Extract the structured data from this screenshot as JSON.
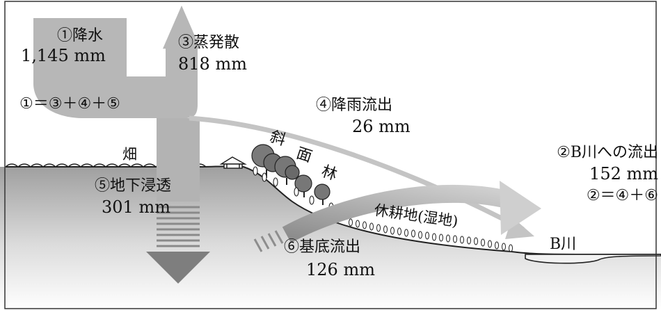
{
  "labels": {
    "precip_title": "①降水",
    "precip_value": "1,145 mm",
    "evap_title": "③蒸発散",
    "evap_value": "818 mm",
    "balance_rain": "①＝③＋④＋⑤",
    "runoff_title": "④降雨流出",
    "runoff_value": "26 mm",
    "field": "畑",
    "forest_chars": [
      "斜",
      "面",
      "林"
    ],
    "infiltration_title": "⑤地下浸透",
    "infiltration_value": "301 mm",
    "fallow_land": "休耕地(湿地)",
    "baseflow_title": "⑥基底流出",
    "baseflow_value": "126 mm",
    "river_flow_title": "②B川への流出",
    "river_flow_value": "152 mm",
    "balance_river": "②＝④＋⑥",
    "river": "B川"
  },
  "colors": {
    "arrow_gray": "#b7b7b7",
    "light_arrow": "#c4c4c4",
    "ground_top": "#a9a9a9",
    "ground_bottom": "#ffffff",
    "tree_gray": "#7a7a7a",
    "outline": "#222222"
  },
  "icons": [
    "house-icon",
    "tree-icon",
    "wetland-plant-icon"
  ]
}
